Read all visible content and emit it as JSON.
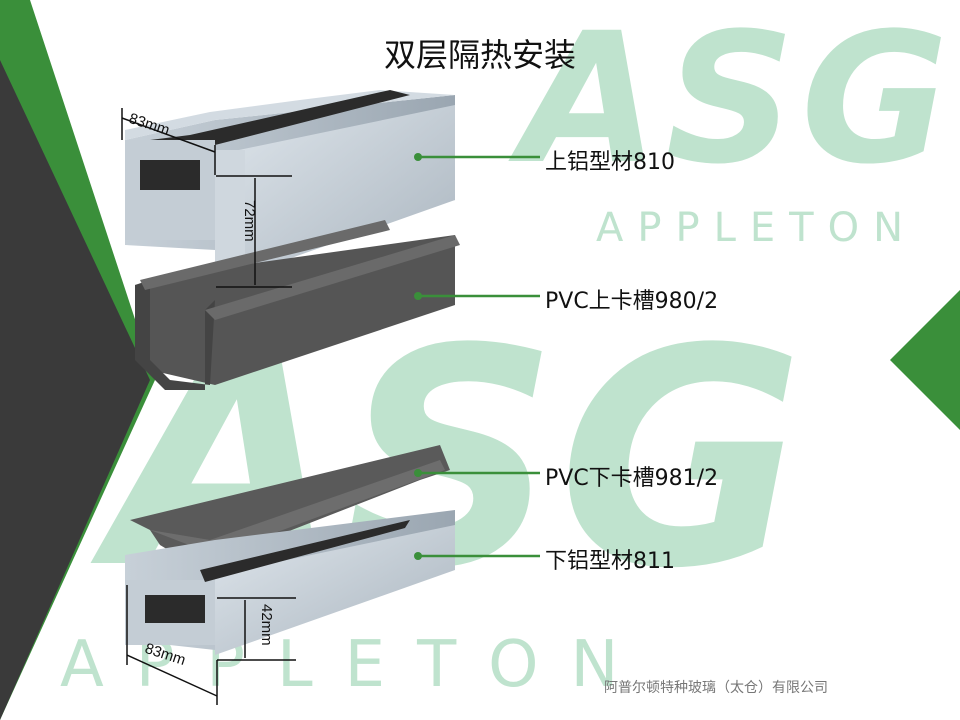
{
  "slide": {
    "title": "双层隔热安装",
    "footer": "阿普尔顿特种玻璃（太仓）有限公司"
  },
  "watermark": {
    "logo_text": "ASG",
    "sub_text": "APPLETON"
  },
  "callouts": [
    {
      "label": "上铝型材810"
    },
    {
      "label": "PVC上卡槽980/2"
    },
    {
      "label": "PVC下卡槽981/2"
    },
    {
      "label": "下铝型材811"
    }
  ],
  "dimensions": {
    "upper_width": "83mm",
    "upper_height": "72mm",
    "lower_width": "83mm",
    "lower_height": "42mm"
  },
  "colors": {
    "accent_green": "#3a8f3a",
    "dark_panel": "#3a3a3a",
    "watermark": "#bfe3ce",
    "aluminum": "#b8c2cc",
    "pvc": "#5a5a5a"
  }
}
